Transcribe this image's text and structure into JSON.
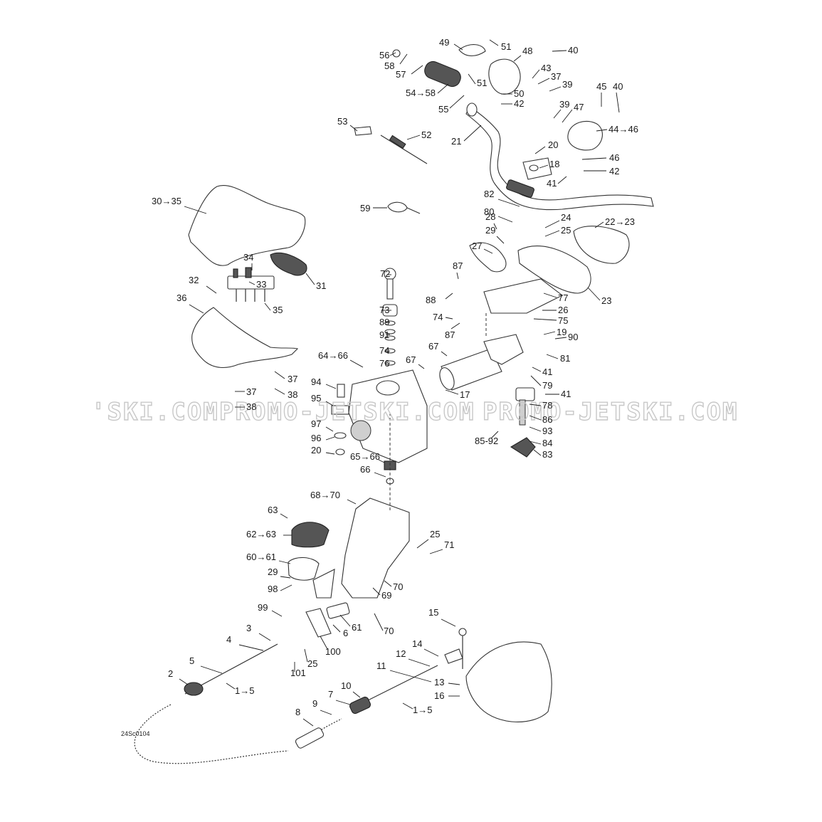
{
  "diagram": {
    "watermark_segments": [
      "'SKI.COM",
      "PROMO-JETSKI.COM",
      "PROMO-JETSKI.COM"
    ],
    "reference_code": "24Sc0104",
    "callouts": [
      "56",
      "58",
      "57",
      "49",
      "51",
      "48",
      "40",
      "51",
      "43",
      "37",
      "39",
      "50",
      "54→58",
      "42",
      "55",
      "53",
      "52",
      "21",
      "39",
      "47",
      "45",
      "40",
      "44→46",
      "20",
      "46",
      "18",
      "42",
      "41",
      "30→35",
      "59",
      "82",
      "80",
      "24",
      "22→23",
      "28",
      "25",
      "29",
      "27",
      "34",
      "31",
      "32",
      "33",
      "35",
      "36",
      "72",
      "87",
      "88",
      "77",
      "23",
      "26",
      "73",
      "74",
      "75",
      "87",
      "19",
      "90",
      "89",
      "91",
      "74",
      "76",
      "67",
      "81",
      "64→66",
      "67",
      "41",
      "79",
      "37",
      "17",
      "41",
      "94",
      "37",
      "38",
      "38",
      "95",
      "78",
      "86",
      "97",
      "93",
      "96",
      "85-92",
      "84",
      "20",
      "65→66",
      "83",
      "66",
      "68→70",
      "63",
      "25",
      "62→63",
      "71",
      "60→61",
      "29",
      "70",
      "98",
      "69",
      "99",
      "61",
      "70",
      "6",
      "3",
      "15",
      "4",
      "100",
      "14",
      "5",
      "12",
      "25",
      "101",
      "11",
      "2",
      "13",
      "1→5",
      "10",
      "16",
      "7",
      "9",
      "1→5",
      "8"
    ]
  }
}
